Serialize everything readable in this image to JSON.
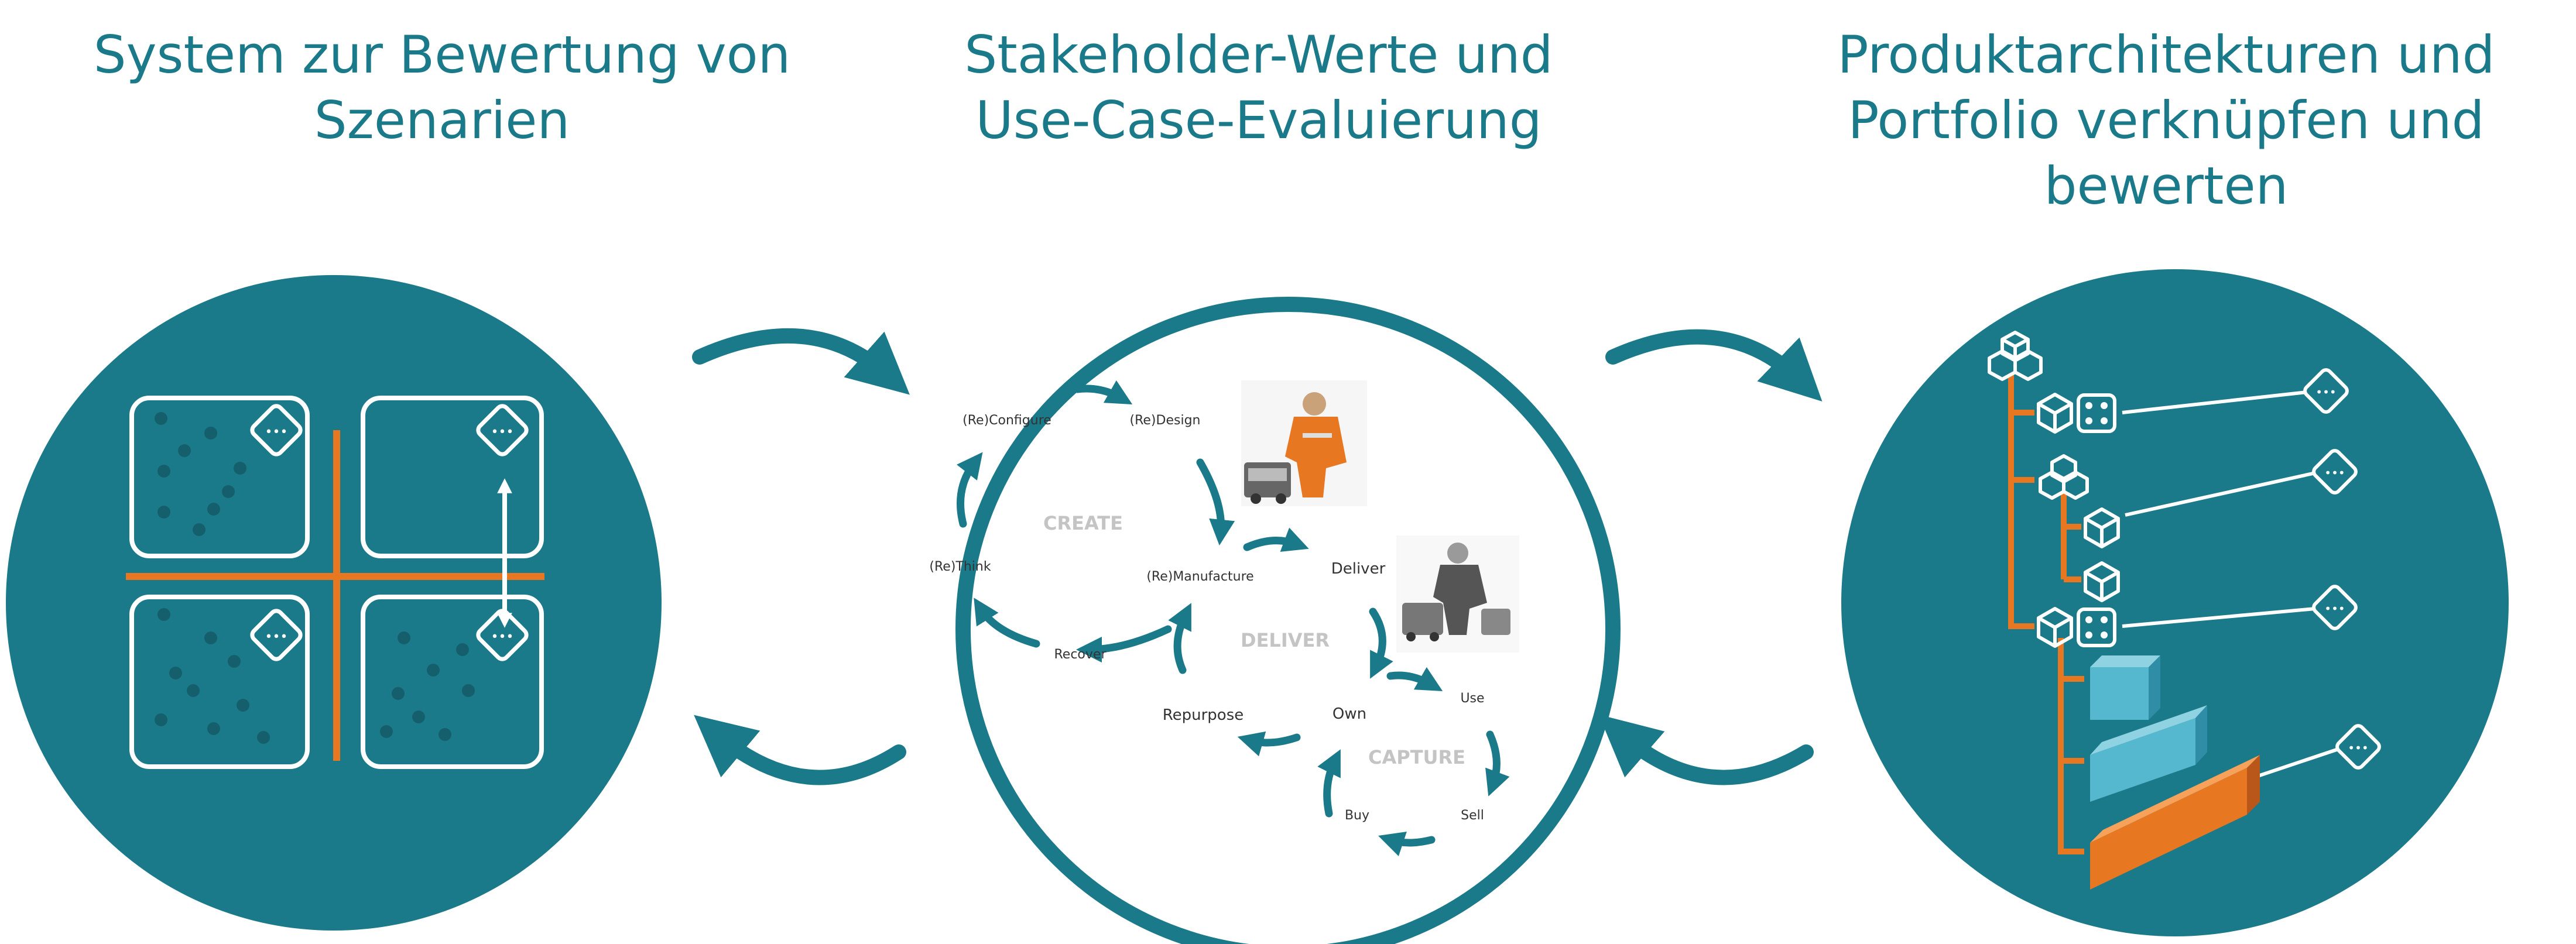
{
  "titles": {
    "left": "System zur Bewertung von\nSzenarien",
    "center": "Stakeholder-Werte und\nUse-Case-Evaluierung",
    "right": "Produktarchitekturen und\nPortfolio verknüpfen und\nbewerten"
  },
  "cycle": {
    "labels": {
      "reconfigure": "(Re)Configure",
      "redesign": "(Re)Design",
      "rethink": "(Re)Think",
      "remanufacture": "(Re)Manufacture",
      "deliver": "Deliver",
      "recover": "Recover",
      "use": "Use",
      "own": "Own",
      "repurpose": "Repurpose",
      "buy": "Buy",
      "sell": "Sell"
    },
    "phases": {
      "create": "CREATE",
      "deliver": "DELIVER",
      "capture": "CAPTURE"
    }
  },
  "quadrant_tag": "•••",
  "colors": {
    "teal": "#1b7a8a",
    "orange": "#e87722",
    "white": "#ffffff",
    "light_blue": "#56b8cf",
    "title": "#1b7a8a"
  }
}
